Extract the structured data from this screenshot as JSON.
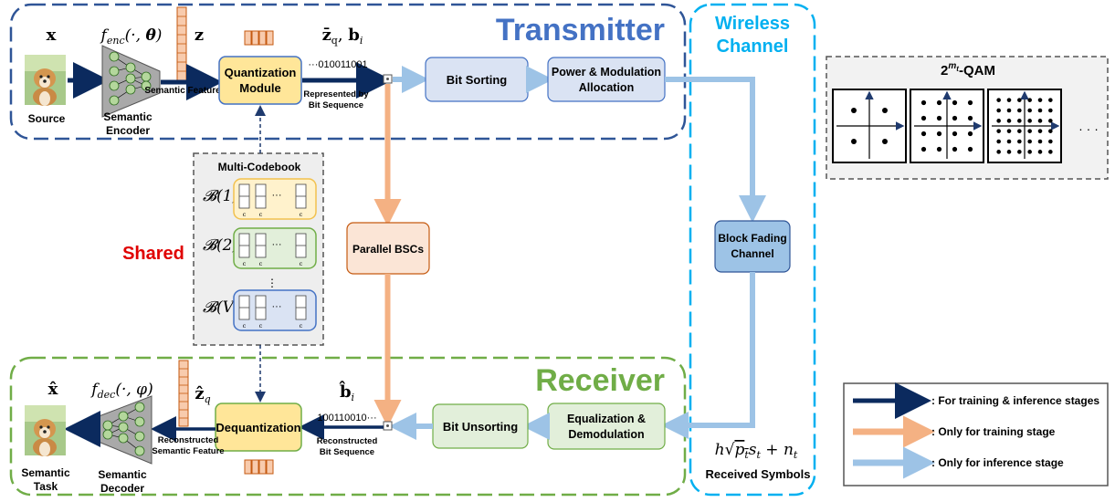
{
  "transmitter": {
    "title": "Transmitter",
    "x_label": "x",
    "f_enc": "f_enc(·,θ)",
    "z_label": "z",
    "zq_b": "z̄_q, b_i",
    "source_label": "Source",
    "encoder_label": "Semantic\nEncoder",
    "semantic_feature": "Semantic Feature",
    "quant_module": "Quantization\nModule",
    "bit_seq": "···010011001",
    "represented_by": "Represented by\nBit Sequence",
    "bit_sorting": "Bit Sorting",
    "power_mod": "Power & Modulation\nAllocation"
  },
  "channel": {
    "title": "Wireless\nChannel",
    "block_fading": "Block Fading\nChannel",
    "received_formula": "h√p_t s_t + n_t",
    "received_symbols": "Received Symbols"
  },
  "qam": {
    "title": "2^{m_t}-QAM",
    "ellipsis": "· · ·"
  },
  "codebook": {
    "title": "Multi-Codebook",
    "b1": "𝓑(1)",
    "b2": "𝓑(2)",
    "bV": "𝓑(V)",
    "dots": "⋮",
    "shared": "Shared"
  },
  "middle": {
    "parallel_bscs": "Parallel BSCs"
  },
  "receiver": {
    "title": "Receiver",
    "xhat": "x̂",
    "f_dec": "f_dec(·,φ)",
    "zq_hat": "ẑ_q",
    "b_hat": "b̂_i",
    "semantic_task": "Semantic\nTask",
    "decoder_label": "Semantic\nDecoder",
    "reconstructed_feature": "Reconstructed\nSemantic Feature",
    "dequantization": "Dequantization",
    "rx_bits": "100110010···",
    "reconstructed_bits": "Reconstructed\nBit Sequence",
    "bit_unsorting": "Bit Unsorting",
    "equalization": "Equalization &\nDemodulation"
  },
  "legend": {
    "items": [
      {
        "label": ": For training & inference stages",
        "color": "#0b2a5e"
      },
      {
        "label": ": Only for training stage",
        "color": "#f4b183"
      },
      {
        "label": ": Only for inference stage",
        "color": "#9dc3e6"
      }
    ]
  },
  "colors": {
    "transmitter_border": "#2f5597",
    "transmitter_title": "#4472c4",
    "receiver_border": "#70ad47",
    "receiver_title": "#70ad47",
    "channel_border": "#00b0f0",
    "channel_title": "#00b0f0",
    "shared": "#e00000"
  }
}
